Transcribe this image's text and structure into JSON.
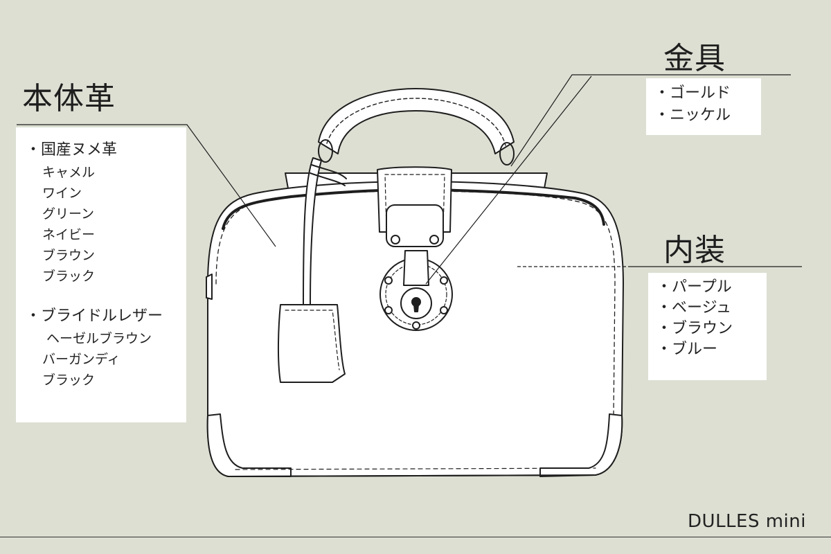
{
  "body_leather": {
    "heading": "本体革",
    "groups": [
      {
        "title": "国産ヌメ革",
        "items": [
          "キャメル",
          "ワイン",
          "グリーン",
          "ネイビー",
          "ブラウン",
          "ブラック"
        ]
      },
      {
        "title": "ブライドルレザー",
        "items": [
          "ヘーゼルブラウン",
          "バーガンディ",
          "ブラック"
        ]
      }
    ]
  },
  "hardware": {
    "heading": "金具",
    "items": [
      "ゴールド",
      "ニッケル"
    ]
  },
  "lining": {
    "heading": "内装",
    "items": [
      "パープル",
      "ベージュ",
      "ブラウン",
      "ブルー"
    ]
  },
  "product_name": "DULLES mini"
}
